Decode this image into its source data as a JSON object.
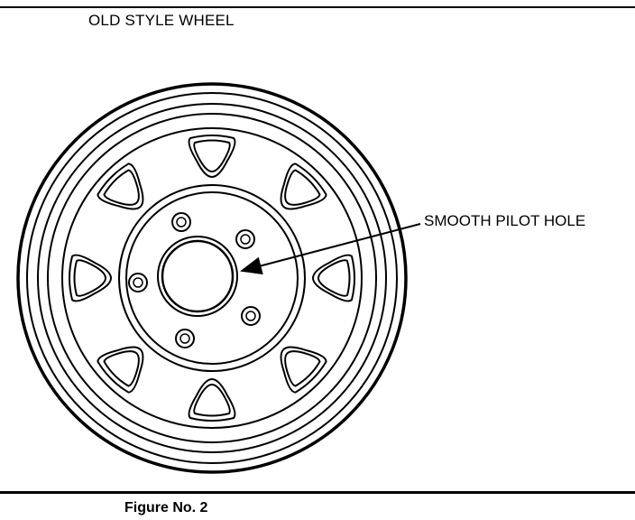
{
  "diagram": {
    "title": "OLD STYLE WHEEL",
    "callout_label": "SMOOTH PILOT HOLE",
    "caption": "Figure No. 2"
  }
}
